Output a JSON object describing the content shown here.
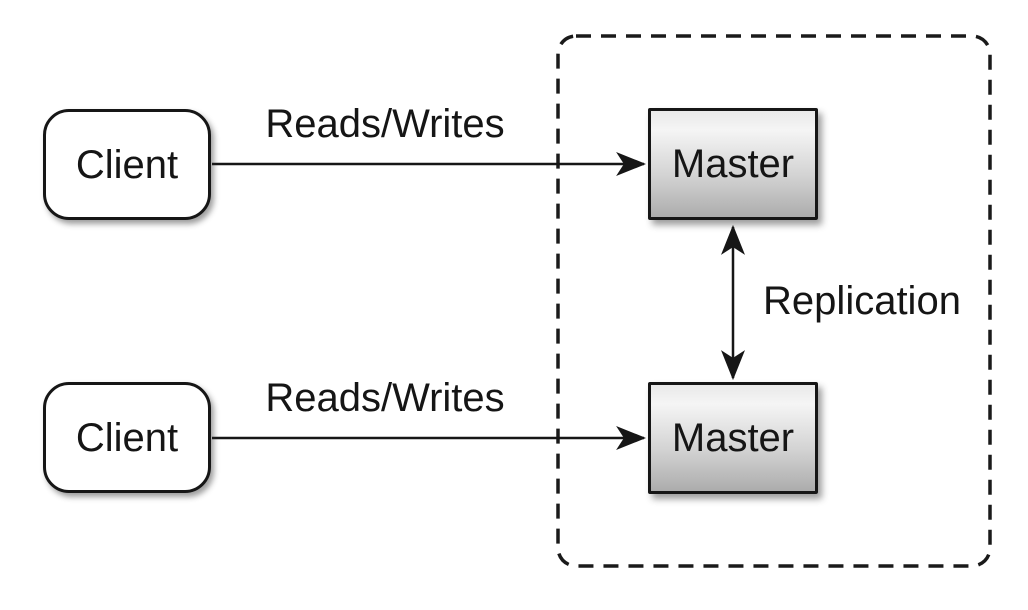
{
  "nodes": {
    "client_top": {
      "label": "Client"
    },
    "client_bottom": {
      "label": "Client"
    },
    "master_top": {
      "label": "Master"
    },
    "master_bottom": {
      "label": "Master"
    }
  },
  "edges": {
    "reads_writes_top": {
      "label": "Reads/Writes"
    },
    "reads_writes_bottom": {
      "label": "Reads/Writes"
    },
    "replication": {
      "label": "Replication"
    }
  },
  "colors": {
    "background": "#ffffff",
    "line": "#161616",
    "node_border": "#161616",
    "client_fill": "#ffffff",
    "master_fill_top": "#e9e9e9",
    "master_fill_bottom": "#acacac",
    "text": "#151515"
  }
}
